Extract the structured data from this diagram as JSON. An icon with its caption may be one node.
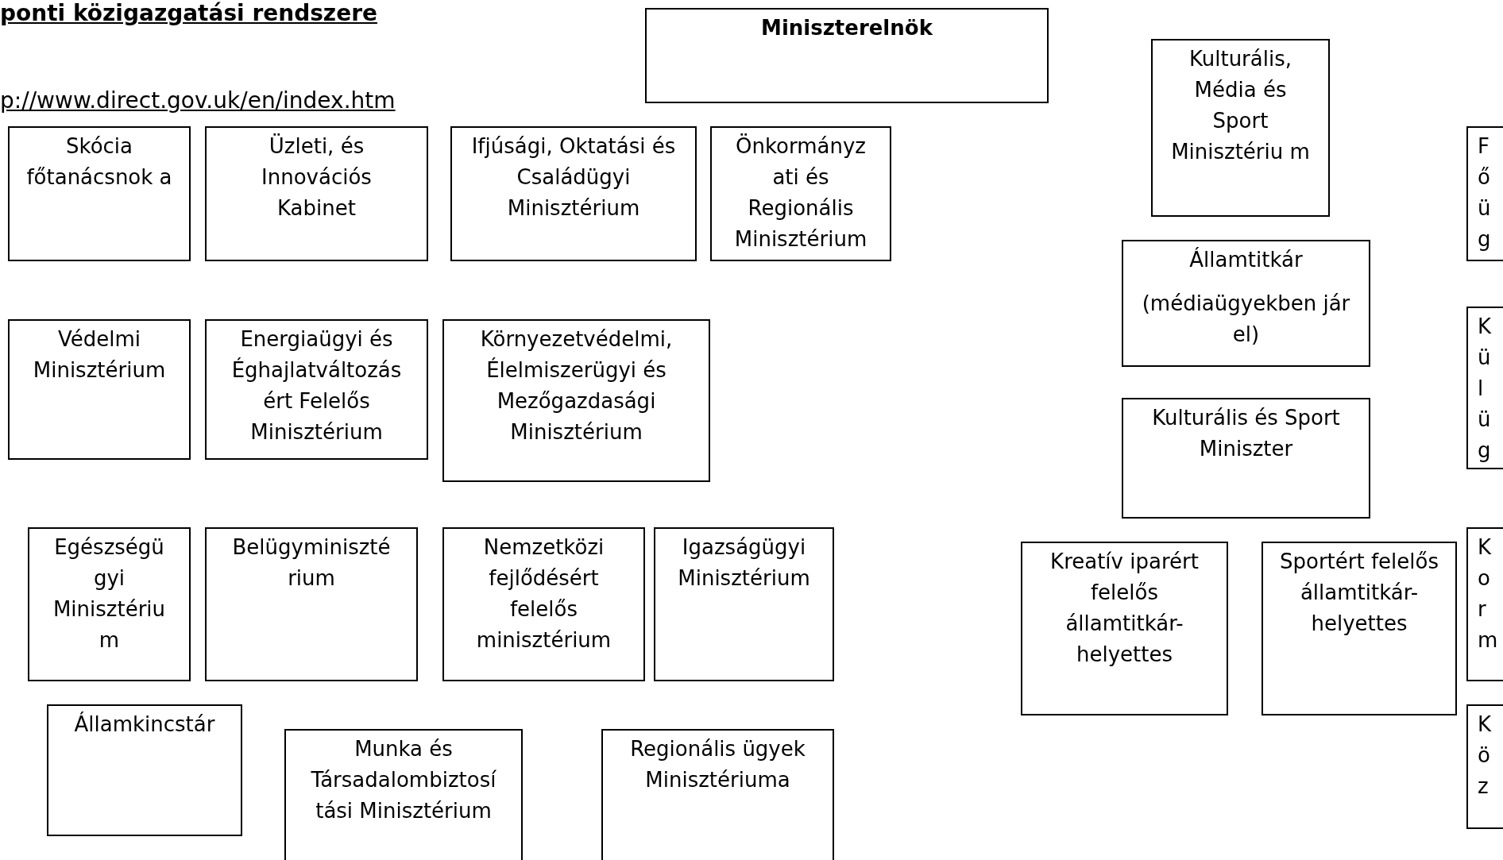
{
  "diagram": {
    "title": "ponti közigazgatási rendszere",
    "nodes": [
      {
        "text": [
          "Miniszterelnök"
        ]
      },
      {
        "text": [
          "Kulturális, Média és Sport Minisztériu m"
        ]
      },
      {
        "text": [
          "F ő ü g"
        ]
      },
      {
        "text": [
          "Skócia főtanácsnok a"
        ]
      },
      {
        "text": [
          "Üzleti, és Innovációs Kabinet"
        ]
      },
      {
        "text": [
          "Ifjúsági, Oktatási és Családügyi Minisztérium"
        ]
      },
      {
        "text": [
          "Önkormányz ati és Regionális Minisztérium"
        ]
      },
      {
        "text": [
          "Államtitkár",
          "(médiaügyekben jár el)"
        ]
      },
      {
        "text": [
          "K ü l ü g"
        ]
      },
      {
        "text": [
          "Védelmi Minisztérium"
        ]
      },
      {
        "text": [
          "Energiaügyi és Éghajlatváltozás ért Felelős Minisztérium"
        ]
      },
      {
        "text": [
          "Környezetvédelmi, Élelmiszerügyi és Mezőgazdasági Minisztérium"
        ]
      },
      {
        "text": [
          "Kulturális és Sport Miniszter"
        ]
      },
      {
        "text": [
          "Egészségü gyi Minisztériu m"
        ]
      },
      {
        "text": [
          "Belügyminiszté rium"
        ]
      },
      {
        "text": [
          "Nemzetközi fejlődésért felelős minisztérium"
        ]
      },
      {
        "text": [
          "Igazságügyi Minisztérium"
        ]
      },
      {
        "text": [
          "Kreatív iparért felelős államtitkár-helyettes"
        ]
      },
      {
        "text": [
          "Sportért felelős államtitkár-helyettes"
        ]
      },
      {
        "text": [
          "K o r m"
        ]
      },
      {
        "text": [
          "Államkincstár"
        ]
      },
      {
        "text": [
          "Munka és Társadalombiztosí tási Minisztérium"
        ]
      },
      {
        "text": [
          "Regionális ügyek Minisztériuma"
        ]
      },
      {
        "text": [
          "K ö z"
        ]
      }
    ],
    "labels": [
      "p://www.direct.gov.uk/en/index.htm"
    ]
  }
}
